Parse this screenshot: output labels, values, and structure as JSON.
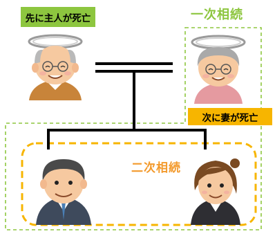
{
  "labels": {
    "husband_died": "先に主人が死亡",
    "wife_died": "次に妻が死亡",
    "first_inheritance": "一次相続",
    "second_inheritance": "二次相続"
  },
  "colors": {
    "husband_label_bg": "#8dc63f",
    "wife_label_bg": "#f7b500",
    "first_title": "#8dc63f",
    "second_title": "#f39a2c",
    "first_dashed_border": "#8dc63f",
    "second_dashed_border": "#f7b500",
    "family_line": "#000000"
  },
  "people": [
    {
      "role": "husband",
      "icon": "elderly-man-with-halo-icon"
    },
    {
      "role": "wife",
      "icon": "elderly-woman-with-halo-icon"
    },
    {
      "role": "son",
      "icon": "middle-aged-man-icon"
    },
    {
      "role": "daughter",
      "icon": "young-woman-icon"
    }
  ]
}
